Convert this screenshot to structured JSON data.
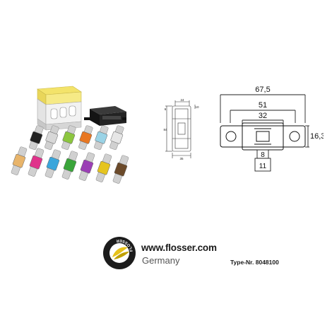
{
  "drawing_left": {
    "dim_top": "24",
    "dim_right_top": "10",
    "dim_left_top": "6",
    "dim_height": "84",
    "dim_bottom": "35"
  },
  "drawing_right": {
    "dim_overall": "67,5",
    "dim_middle": "51",
    "dim_inner": "32",
    "dim_thickness": "16,3",
    "dim_stem": "8",
    "dim_base": "11"
  },
  "logo": {
    "ring_text": "FLOSSER",
    "ring_color": "#1c1c1c",
    "accent": "#e7c21a"
  },
  "brand": {
    "url": "www.flosser.com",
    "country": "Germany",
    "type_number": "Type-Nr. 8048100"
  },
  "fuse_colors": {
    "row1": [
      "#222222",
      "#d8d8d8",
      "#8cc63f",
      "#e87722",
      "#9ad3e6",
      "#e6e6e6"
    ],
    "row2": [
      "#e8b46a",
      "#e0338b",
      "#3aa6dc",
      "#3aa53a",
      "#9b3fb5",
      "#e5c41f",
      "#6b4a2a"
    ]
  }
}
